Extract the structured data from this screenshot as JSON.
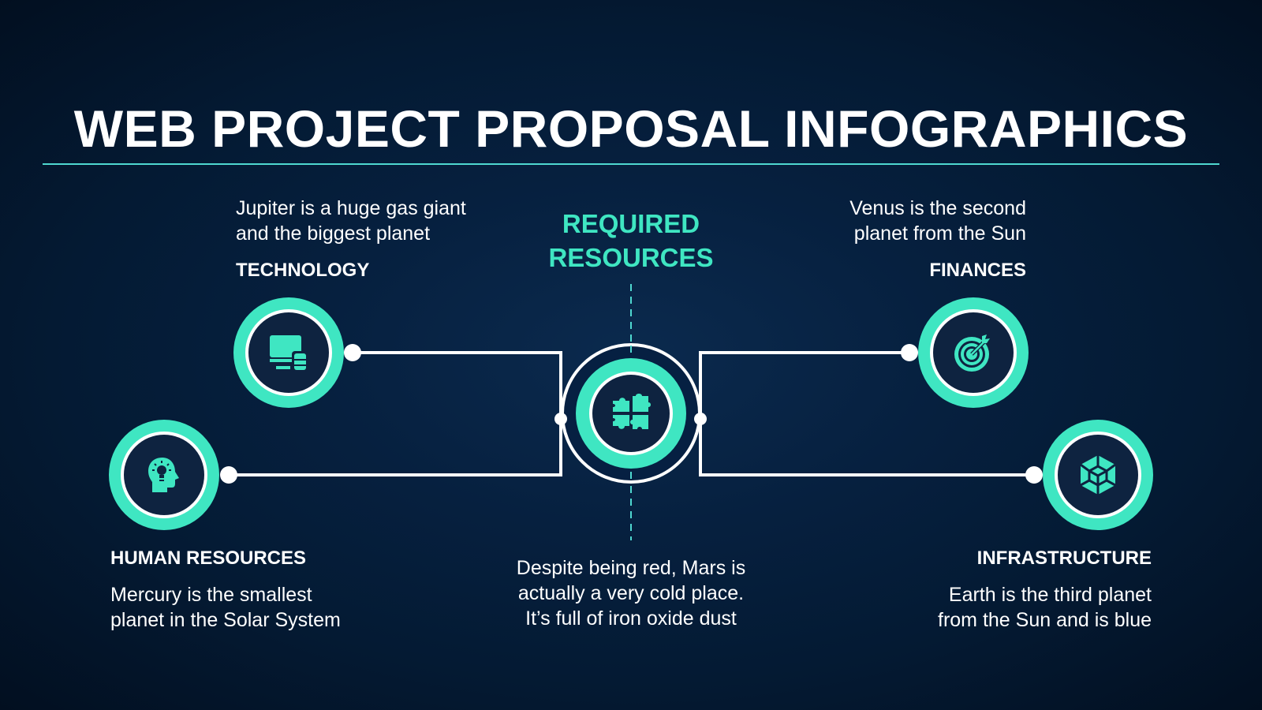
{
  "title": "WEB PROJECT PROPOSAL INFOGRAPHICS",
  "center": {
    "heading_line1": "REQUIRED",
    "heading_line2": "RESOURCES",
    "icon": "puzzle-icon",
    "desc_line1": "Despite being red, Mars is",
    "desc_line2": "actually a very cold place.",
    "desc_line3": "It’s full of iron oxide dust"
  },
  "items": {
    "technology": {
      "label": "TECHNOLOGY",
      "desc_line1": "Jupiter is a huge gas giant",
      "desc_line2": "and the biggest planet",
      "icon": "devices-icon"
    },
    "human_resources": {
      "label": "HUMAN RESOURCES",
      "desc_line1": "Mercury is the smallest",
      "desc_line2": "planet in the Solar System",
      "icon": "head-lightbulb-icon"
    },
    "finances": {
      "label": "FINANCES",
      "desc_line1": "Venus is the second",
      "desc_line2": "planet from the Sun",
      "icon": "target-icon"
    },
    "infrastructure": {
      "label": "INFRASTRUCTURE",
      "desc_line1": "Earth is the third planet",
      "desc_line2": "from the Sun and is blue",
      "icon": "cube-icon"
    }
  },
  "colors": {
    "accent": "#3fe6c2",
    "rule": "#4fd8d0",
    "circle_fill": "#0e2340",
    "connector": "#ffffff",
    "background": "#041a33"
  }
}
